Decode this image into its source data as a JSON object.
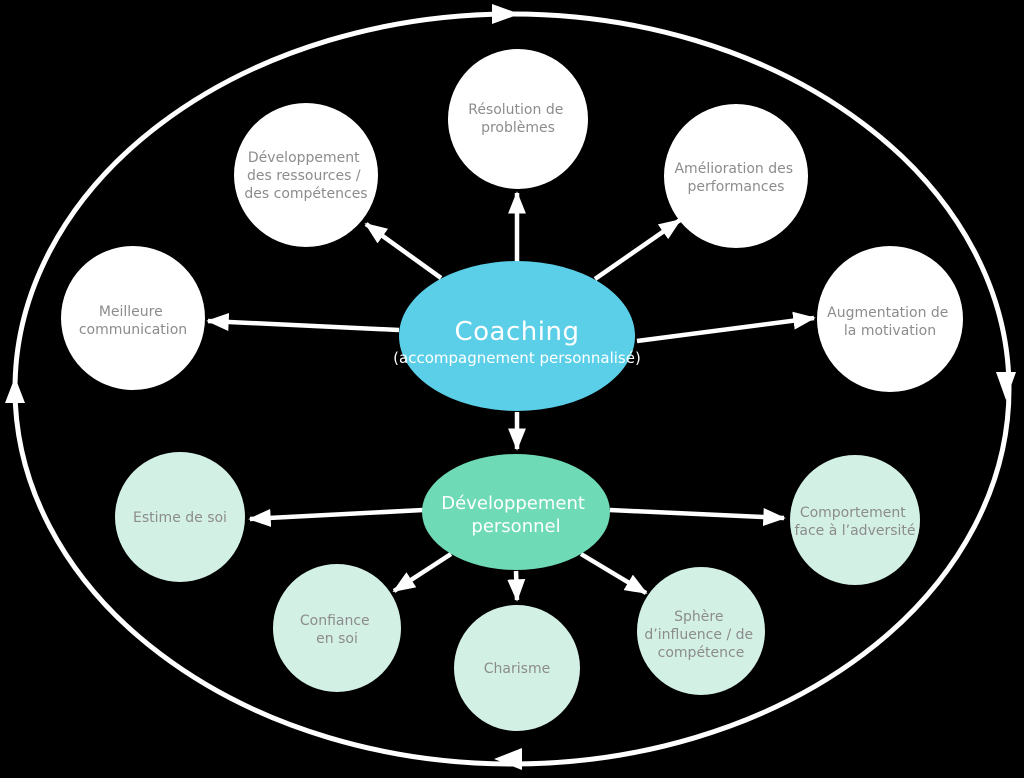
{
  "diagram": {
    "colors": {
      "background": "#000000",
      "line": "#FFFFFF",
      "hub_primary_fill": "#5BCFE8",
      "hub_secondary_fill": "#6FDBB6",
      "hub_text": "#FFFFFF",
      "node_white_fill": "#FFFFFF",
      "node_mint_fill": "#D3F0E5",
      "node_text": "#8C8C8C"
    },
    "hub_coaching": {
      "title": "Coaching",
      "subtitle": "(accompagnement personnalisé)"
    },
    "hub_developpement": {
      "lines": [
        "Développement",
        "personnel"
      ]
    },
    "nodes": {
      "resolution": {
        "lines": [
          "Résolution de",
          "problèmes"
        ]
      },
      "ressources": {
        "lines": [
          "Développement",
          "des ressources /",
          "des compétences"
        ]
      },
      "communication": {
        "lines": [
          "Meilleure",
          "communication"
        ]
      },
      "performances": {
        "lines": [
          "Amélioration des",
          "performances"
        ]
      },
      "motivation": {
        "lines": [
          "Augmentation de",
          "la motivation"
        ]
      },
      "estime": {
        "lines": [
          "Estime de soi"
        ]
      },
      "confiance": {
        "lines": [
          "Confiance",
          "en soi"
        ]
      },
      "charisme": {
        "lines": [
          "Charisme"
        ]
      },
      "sphere": {
        "lines": [
          "Sphère",
          "d’influence / de",
          "compétence"
        ]
      },
      "comportement": {
        "lines": [
          "Comportement",
          "face à l’adversité"
        ]
      }
    }
  }
}
